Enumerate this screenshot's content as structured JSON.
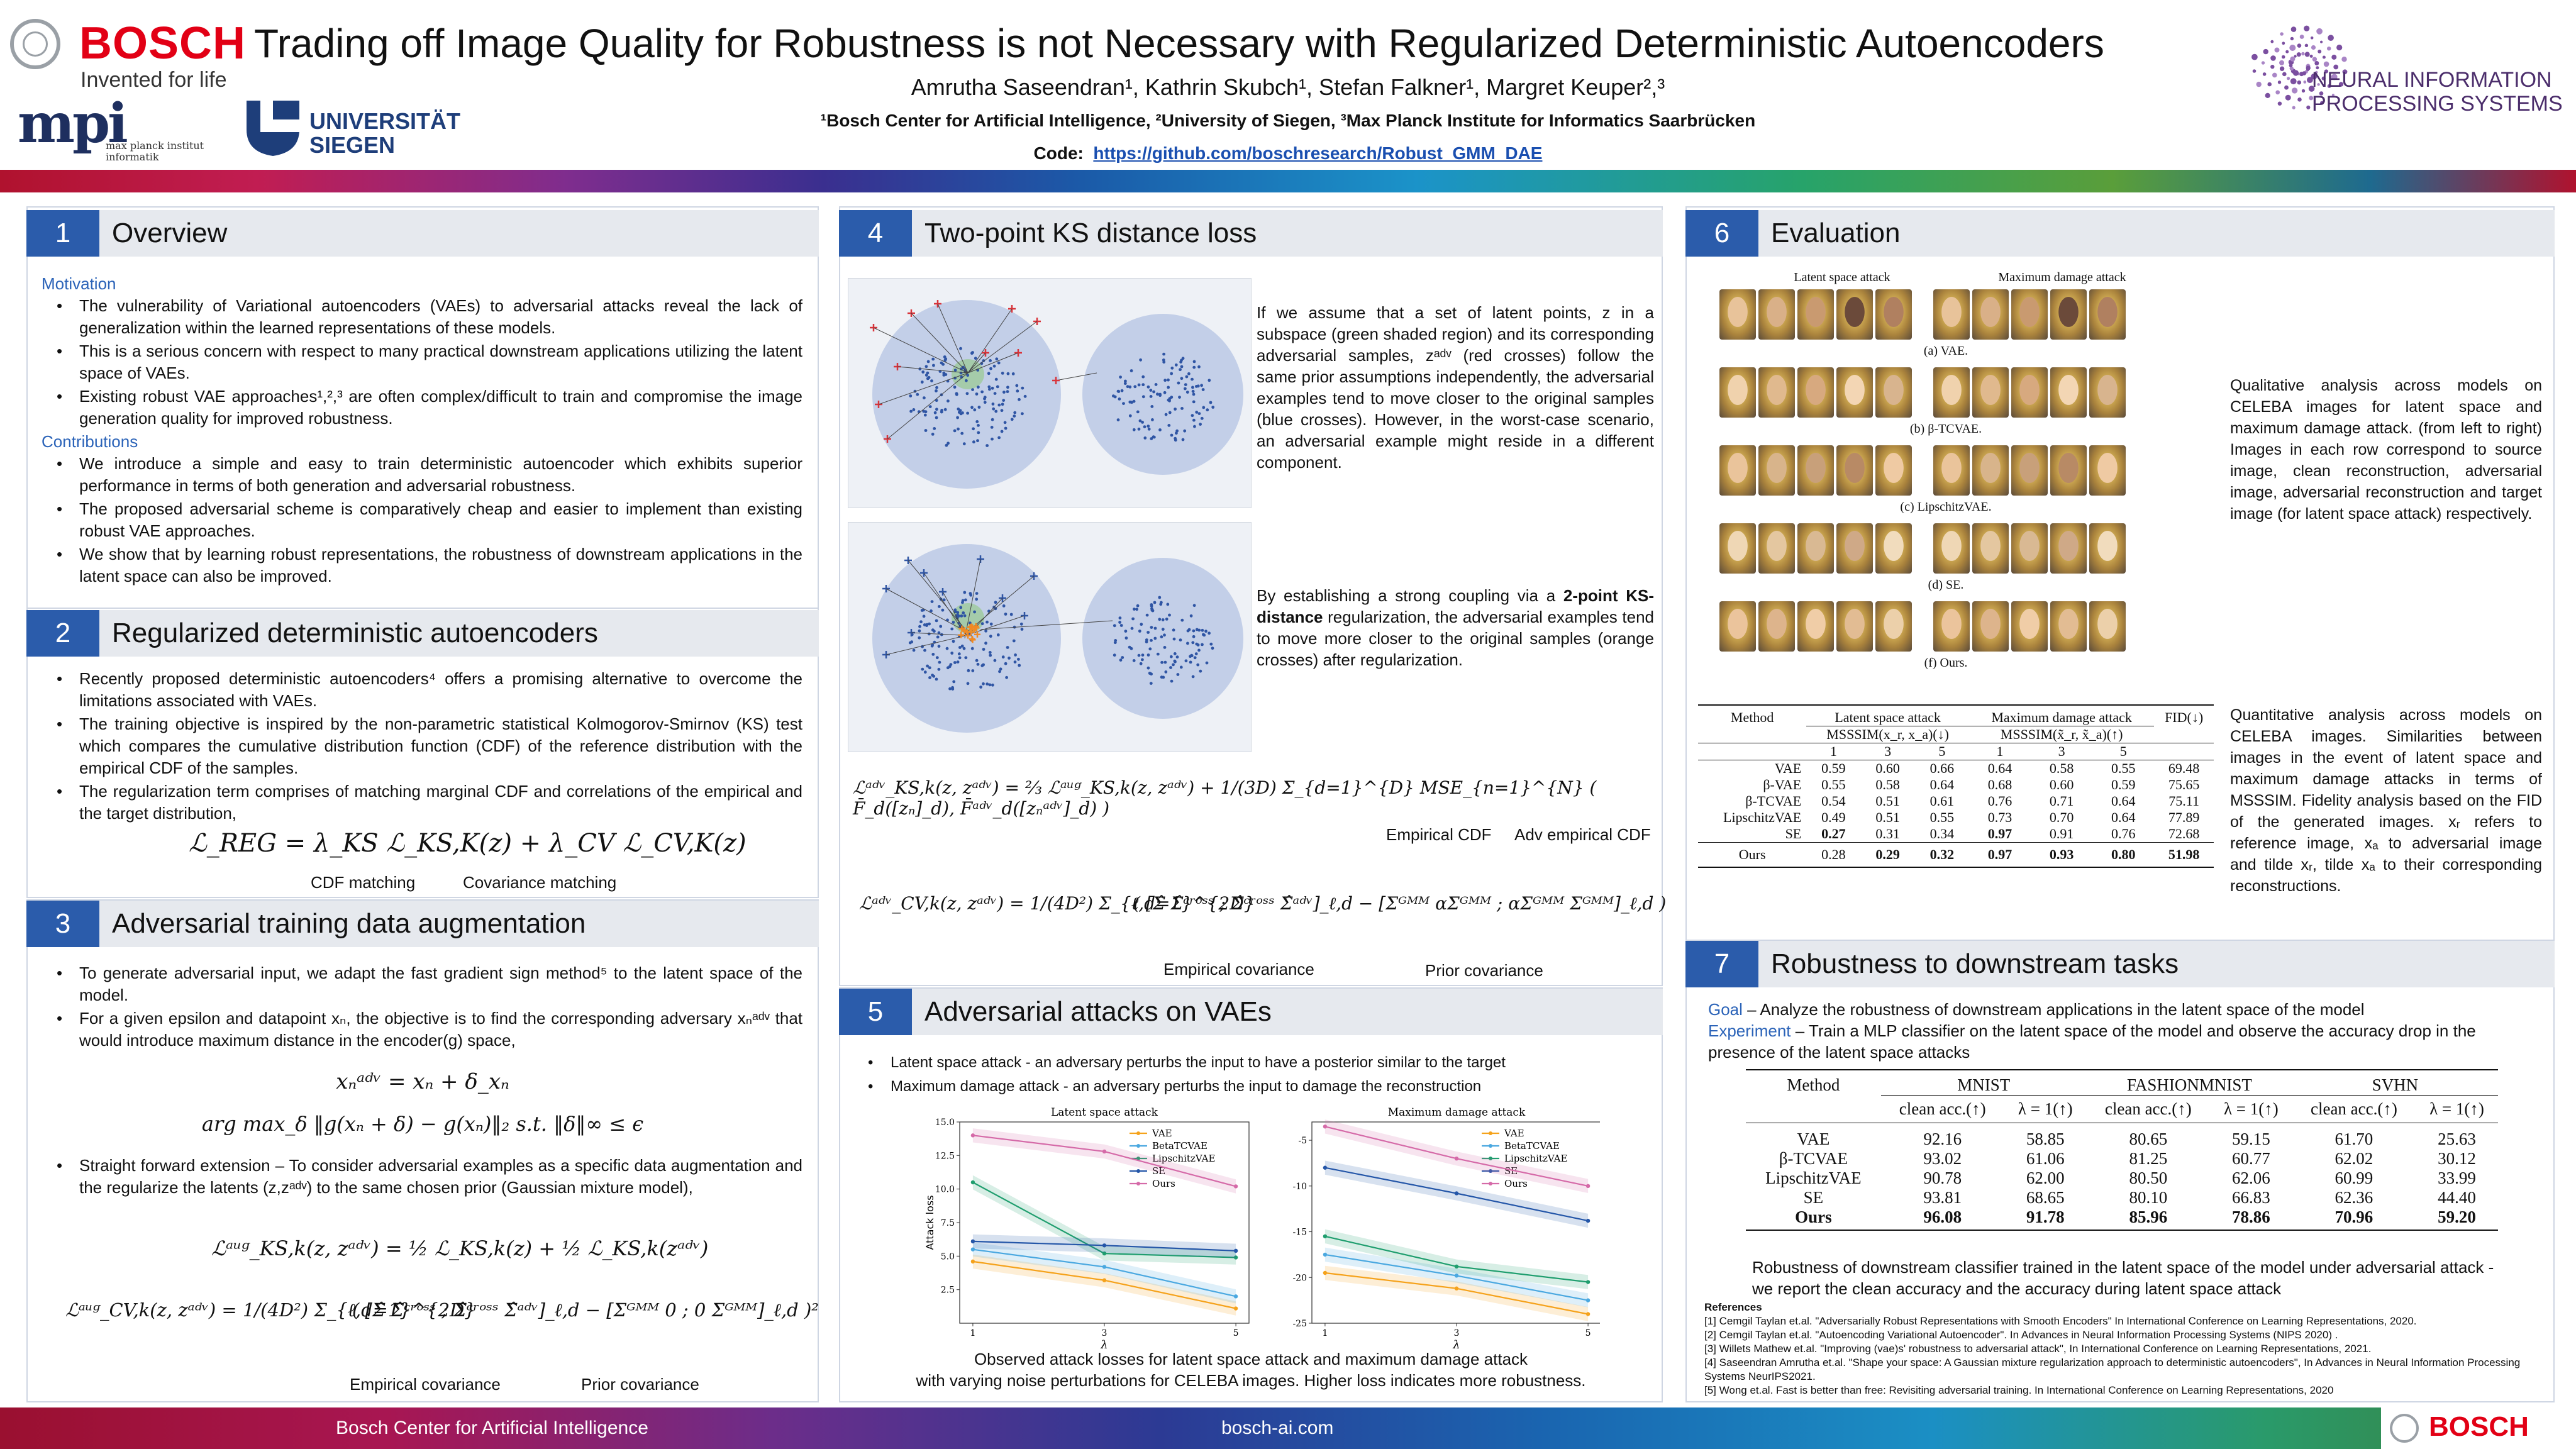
{
  "header": {
    "org_name": "BOSCH",
    "org_tagline": "Invented for life",
    "mpi_mark": "mpi",
    "mpi_name_line1": "max planck institut",
    "mpi_name_line2": "informatik",
    "uni_line1": "UNIVERSITÄT",
    "uni_line2": "SIEGEN",
    "title": "Trading off Image Quality for Robustness is not Necessary with Regularized Deterministic Autoencoders",
    "authors": "Amrutha Saseendran¹, Kathrin Skubch¹, Stefan Falkner¹, Margret Keuper²,³",
    "affiliations": "¹Bosch Center for Artificial Intelligence, ²University of Siegen, ³Max Planck Institute for Informatics Saarbrücken",
    "code_label": "Code:",
    "code_link": "https://github.com/boschresearch/Robust_GMM_DAE",
    "conf_line1": "NEURAL INFORMATION",
    "conf_line2": "PROCESSING SYSTEMS"
  },
  "sec1": {
    "num": "1",
    "title": "Overview",
    "motivation_label": "Motivation",
    "motivation": [
      "The vulnerability of Variational autoencoders (VAEs) to adversarial attacks reveal the lack of generalization within the learned representations of these models.",
      "This is a serious concern with respect to many practical downstream applications utilizing the latent space of VAEs.",
      "Existing robust VAE approaches¹,²,³ are often complex/difficult to train and compromise the image generation quality for improved robustness."
    ],
    "contributions_label": "Contributions",
    "contributions": [
      "We introduce a simple and easy to train deterministic autoencoder which exhibits superior performance in terms of both generation and adversarial robustness.",
      "The proposed adversarial scheme is comparatively cheap and easier to implement than existing robust VAE approaches.",
      "We show that by learning robust representations, the robustness of downstream applications in the latent space can also be improved."
    ]
  },
  "sec2": {
    "num": "2",
    "title": "Regularized deterministic autoencoders",
    "bullets": [
      "Recently proposed deterministic autoencoders⁴ offers a promising alternative to overcome the limitations associated with VAEs.",
      "The training objective is inspired by the non-parametric statistical Kolmogorov-Smirnov (KS) test which compares the cumulative distribution function (CDF) of the reference distribution with the empirical CDF of the samples.",
      "The regularization term comprises of matching marginal CDF and correlations of the empirical and the target distribution,"
    ],
    "eq": "ℒ_REG = λ_KS ℒ_KS,K(z) + λ_CV ℒ_CV,K(z)",
    "lab1": "CDF matching",
    "lab2": "Covariance matching"
  },
  "sec3": {
    "num": "3",
    "title": "Adversarial training data augmentation",
    "b1": "To generate adversarial input, we adapt the fast gradient sign method⁵ to the latent space of the model.",
    "b2": "For a given epsilon and datapoint xₙ, the objective is to find the corresponding adversary xₙᵃᵈᵛ that would introduce maximum distance in the encoder(g) space,",
    "eq1": "xₙᵃᵈᵛ = xₙ + δ_xₙ",
    "eq2": "arg max_δ ‖g(xₙ + δ) − g(xₙ)‖₂ s.t. ‖δ‖∞ ≤ ϵ",
    "b3": "Straight forward extension – To consider adversarial examples as a specific data augmentation and the regularize the latents (z,zᵃᵈᵛ) to the same chosen prior (Gaussian mixture model),",
    "eq3": "ℒᵃᵘᵍ_KS,k(z, zᵃᵈᵛ) = ½ ℒ_KS,k(z) + ½ ℒ_KS,k(zᵃᵈᵛ)",
    "eq4a": "ℒᵃᵘᵍ_CV,k(z, zᵃᵈᵛ) = 1/(4D²) Σ_{ℓ,d=1}^{2D}",
    "eq4b": "( [Σ̂  Σ̂ᶜʳᵒˢˢ ; Σ̂ᶜʳᵒˢˢ  Σ̂ᵃᵈᵛ]_ℓ,d − [Σᴳᴹᴹ  0 ; 0  Σᴳᴹᴹ]_ℓ,d )²",
    "lab1": "Empirical covariance",
    "lab2": "Prior covariance"
  },
  "sec4": {
    "num": "4",
    "title": "Two-point KS distance loss",
    "p1": "If we assume that a set of latent points, z in a subspace (green shaded region) and its corresponding adversarial samples, zᵃᵈᵛ (red crosses) follow the same prior assumptions independently, the adversarial examples tend to move closer to the original samples (blue crosses). However, in the worst-case scenario, an adversarial example might reside in a different component.",
    "p2_pre": "By establishing a strong coupling via a ",
    "p2_bold": "2-point KS-distance",
    "p2_post": " regularization, the adversarial examples tend to move more closer to the original samples (orange crosses) after regularization.",
    "eq1": "ℒᵃᵈᵛ_KS,k(z, zᵃᵈᵛ) = ⅔ ℒᵃᵘᵍ_KS,k(z, zᵃᵈᵛ) + 1/(3D) Σ_{d=1}^{D} MSE_{n=1}^{N} ( F̄_d([zₙ]_d), F̄ᵃᵈᵛ_d([zₙᵃᵈᵛ]_d) )",
    "lab_a": "Empirical CDF",
    "lab_b": "Adv empirical CDF",
    "eq2a": "ℒᵃᵈᵛ_CV,k(z, zᵃᵈᵛ) = 1/(4D²) Σ_{ℓ,d=1}^{2D}",
    "eq2b": "( [Σ̂  Σ̂ᶜʳᵒˢˢ ; Σ̂ᶜʳᵒˢˢ  Σ̂ᵃᵈᵛ]_ℓ,d − [Σᴳᴹᴹ  αΣᴳᴹᴹ ; αΣᴳᴹᴹ  Σᴳᴹᴹ]_ℓ,d )",
    "lab_c": "Empirical covariance",
    "lab_d": "Prior covariance"
  },
  "sec5": {
    "num": "5",
    "title": "Adversarial attacks on VAEs",
    "b1_name": "Latent space attack",
    "b1_text": " - an adversary perturbs the input to have a posterior similar to the target",
    "b2_name": "Maximum damage attack",
    "b2_text": " - an adversary perturbs the input to damage the reconstruction",
    "caption1": "Observed attack losses for latent space attack  and  maximum damage attack",
    "caption2": "with varying noise perturbations for CELEBA images. Higher loss indicates more robustness."
  },
  "chart_data": [
    {
      "type": "line",
      "title": "Latent space attack",
      "xlabel": "λ",
      "ylabel": "Attack loss",
      "x": [
        1,
        3,
        5
      ],
      "xlim": [
        0.8,
        5.2
      ],
      "ylim": [
        0,
        15
      ],
      "yticks": [
        2.5,
        5.0,
        7.5,
        10.0,
        12.5,
        15.0
      ],
      "legend": "upper right",
      "series": [
        {
          "name": "VAE",
          "color": "#f5a21b",
          "values": [
            4.6,
            3.2,
            1.1
          ]
        },
        {
          "name": "BetaTCVAE",
          "color": "#4aa8e0",
          "values": [
            5.5,
            4.2,
            2.0
          ]
        },
        {
          "name": "LipschitzVAE",
          "color": "#1f9e6e",
          "values": [
            10.5,
            5.2,
            4.9
          ]
        },
        {
          "name": "SE",
          "color": "#2456a8",
          "values": [
            6.1,
            5.8,
            5.4
          ]
        },
        {
          "name": "Ours",
          "color": "#d56aa8",
          "values": [
            14.0,
            12.8,
            10.2
          ]
        }
      ]
    },
    {
      "type": "line",
      "title": "Maximum damage attack",
      "xlabel": "λ",
      "ylabel": "",
      "x": [
        1,
        3,
        5
      ],
      "xlim": [
        0.8,
        5.2
      ],
      "ylim": [
        -25,
        -3
      ],
      "yticks": [
        -25,
        -20,
        -15,
        -10,
        -5
      ],
      "legend": "upper right",
      "series": [
        {
          "name": "VAE",
          "color": "#f5a21b",
          "values": [
            -19.5,
            -21.2,
            -24.0
          ]
        },
        {
          "name": "BetaTCVAE",
          "color": "#4aa8e0",
          "values": [
            -17.5,
            -19.8,
            -22.5
          ]
        },
        {
          "name": "LipschitzVAE",
          "color": "#1f9e6e",
          "values": [
            -15.5,
            -18.8,
            -20.5
          ]
        },
        {
          "name": "SE",
          "color": "#2456a8",
          "values": [
            -8.0,
            -10.8,
            -13.8
          ]
        },
        {
          "name": "Ours",
          "color": "#d56aa8",
          "values": [
            -3.5,
            -7.0,
            -10.0
          ]
        }
      ]
    }
  ],
  "sec6": {
    "num": "6",
    "title": "Evaluation",
    "grid_head1": "Latent space attack",
    "grid_head2": "Maximum damage attack",
    "grid_captions": [
      "(a) VAE.",
      "(b) β-TCVAE.",
      "(c) LipschitzVAE.",
      "(d) SE.",
      "(f) Ours."
    ],
    "qual_text": "Qualitative analysis across models on CELEBA images for latent space and maximum damage attack. (from left to right) Images in each row correspond to source image, clean reconstruction, adversarial image, adversarial reconstruction and target image (for latent space attack) respectively.",
    "table": {
      "h_method": "Method",
      "h_lsa": "Latent space attack",
      "h_mda": "Maximum damage attack",
      "h_fid": "FID(↓)",
      "sub_lsa": "MSSSIM(x_r, x_a)(↓)",
      "sub_mda": "MSSSIM(x̃_r, x̃_a)(↑)",
      "lambdas": [
        "1",
        "3",
        "5",
        "1",
        "3",
        "5"
      ],
      "rows": [
        [
          "VAE",
          "0.59",
          "0.60",
          "0.66",
          "0.64",
          "0.58",
          "0.55",
          "69.48"
        ],
        [
          "β-VAE",
          "0.55",
          "0.58",
          "0.64",
          "0.68",
          "0.60",
          "0.59",
          "75.65"
        ],
        [
          "β-TCVAE",
          "0.54",
          "0.51",
          "0.61",
          "0.76",
          "0.71",
          "0.64",
          "75.11"
        ],
        [
          "LipschitzVAE",
          "0.49",
          "0.51",
          "0.55",
          "0.73",
          "0.70",
          "0.64",
          "77.89"
        ],
        [
          "SE",
          "0.27",
          "0.31",
          "0.34",
          "0.97",
          "0.91",
          "0.76",
          "72.68"
        ]
      ],
      "ours": [
        "Ours",
        "0.28",
        "0.29",
        "0.32",
        "0.97",
        "0.93",
        "0.80",
        "51.98"
      ]
    },
    "quant_text": "Quantitative analysis across models on CELEBA images. Similarities between images in the event of latent space and maximum damage attacks in terms of MSSSIM. Fidelity analysis based on the FID of the generated images. xᵣ refers to reference image, xₐ to adversarial image and tilde xᵣ, tilde xₐ to their corresponding reconstructions."
  },
  "sec7": {
    "num": "7",
    "title": "Robustness to downstream tasks",
    "goal_label": "Goal",
    "goal_text": " – Analyze the robustness of downstream applications in the latent space of the model",
    "exp_label": "Experiment",
    "exp_text": " – Train a MLP classifier on the latent space of the model and observe the accuracy drop in the presence of the latent space attacks",
    "table": {
      "h_method": "Method",
      "datasets": [
        "MNIST",
        "FASHIONMNIST",
        "SVHN"
      ],
      "sub": [
        "clean acc.(↑)",
        "λ = 1(↑)",
        "clean acc.(↑)",
        "λ = 1(↑)",
        "clean acc.(↑)",
        "λ = 1(↑)"
      ],
      "rows": [
        [
          "VAE",
          "92.16",
          "58.85",
          "80.65",
          "59.15",
          "61.70",
          "25.63"
        ],
        [
          "β-TCVAE",
          "93.02",
          "61.06",
          "81.25",
          "60.77",
          "62.02",
          "30.12"
        ],
        [
          "LipschitzVAE",
          "90.78",
          "62.00",
          "80.50",
          "62.06",
          "60.99",
          "33.99"
        ],
        [
          "SE",
          "93.81",
          "68.65",
          "80.10",
          "66.83",
          "62.36",
          "44.40"
        ]
      ],
      "ours": [
        "Ours",
        "96.08",
        "91.78",
        "85.96",
        "78.86",
        "70.96",
        "59.20"
      ]
    },
    "caption": "Robustness of downstream classifier trained in the latent space of the model under adversarial attack - we report the clean accuracy and the accuracy during latent space attack"
  },
  "refs": {
    "label": "References",
    "items": [
      "[1] Cemgil Taylan et.al. \"Adversarially Robust Representations with Smooth Encoders\" In International Conference on Learning Representations, 2020.",
      "[2] Cemgil Taylan et.al. \"Autoencoding Variational Autoencoder\". In Advances in Neural Information Processing Systems (NIPS 2020) .",
      "[3] Willets Mathew et.al. \"Improving (vae)s' robustness to adversarial attack\", In International Conference on Learning Representations, 2021.",
      "[4] Saseendran Amrutha et.al. \"Shape your space: A Gaussian mixture regularization approach to deterministic autoencoders\", In Advances in Neural Information Processing Systems NeurIPS2021.",
      "[5] Wong et.al. Fast is better than free: Revisiting adversarial training. In International Conference on Learning Representations, 2020"
    ]
  },
  "footer": {
    "left": "Bosch Center for Artificial Intelligence",
    "center": "bosch-ai.com",
    "logo": "BOSCH"
  },
  "colors": {
    "accent": "#2b5cab",
    "header_gray": "#e6e9ee",
    "bosch_red": "#e20015",
    "neurips_purple": "#6b3f8f"
  }
}
